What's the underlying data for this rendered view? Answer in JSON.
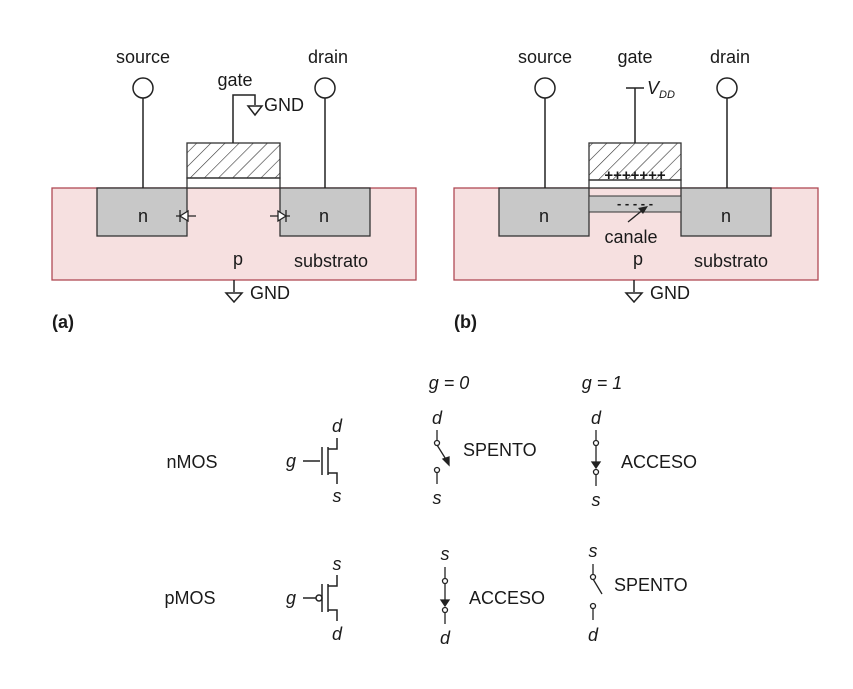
{
  "diagram_a": {
    "source": "source",
    "drain": "drain",
    "gate": "gate",
    "gate_gnd": "GND",
    "n_left": "n",
    "n_right": "n",
    "p": "p",
    "substrate": "substrato",
    "gnd": "GND",
    "caption": "(a)"
  },
  "diagram_b": {
    "source": "source",
    "gate": "gate",
    "drain": "drain",
    "vdd": "V",
    "vdd_sub": "DD",
    "gate_charges": "+++++++",
    "channel_charges": "- - - - -",
    "channel": "canale",
    "n_left": "n",
    "n_right": "n",
    "p": "p",
    "substrate": "substrato",
    "gnd": "GND",
    "caption": "(b)"
  },
  "table": {
    "header_g0": "g = 0",
    "header_g1": "g = 1",
    "rows": [
      {
        "name": "nMOS",
        "sym_g": "g",
        "sym_top": "d",
        "sym_bottom": "s",
        "g0_top": "d",
        "g0_bottom": "s",
        "g0_state": "SPENTO",
        "g1_top": "d",
        "g1_bottom": "s",
        "g1_state": "ACCESO"
      },
      {
        "name": "pMOS",
        "sym_g": "g",
        "sym_top": "s",
        "sym_bottom": "d",
        "g0_top": "s",
        "g0_bottom": "d",
        "g0_state": "ACCESO",
        "g1_top": "s",
        "g1_bottom": "d",
        "g1_state": "SPENTO"
      }
    ]
  },
  "colors": {
    "substrate_fill": "#f6e0e0",
    "substrate_stroke": "#b04a55",
    "diffusion_fill": "#c8c8c8",
    "line": "#1a1a1a"
  }
}
